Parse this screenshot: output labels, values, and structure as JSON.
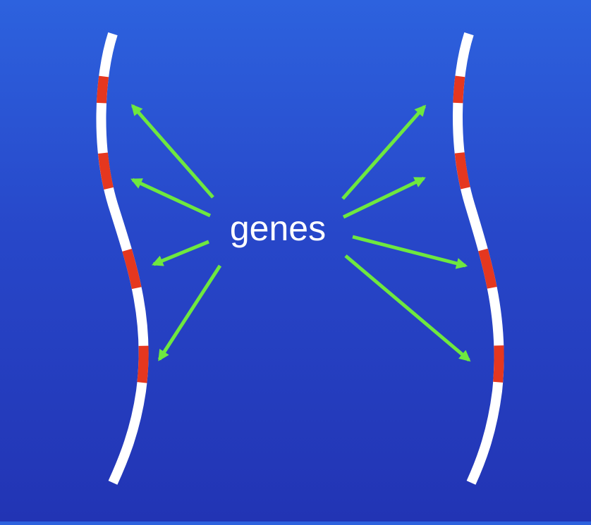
{
  "label": "genes",
  "colors": {
    "strand": "#ffffff",
    "gene_segment": "#e5371f",
    "arrow": "#6ee83f",
    "label_text": "#ffffff"
  },
  "left_chromosome": {
    "gene_count": 4
  },
  "right_chromosome": {
    "gene_count": 4
  },
  "arrows": {
    "left_count": 4,
    "right_count": 4
  }
}
